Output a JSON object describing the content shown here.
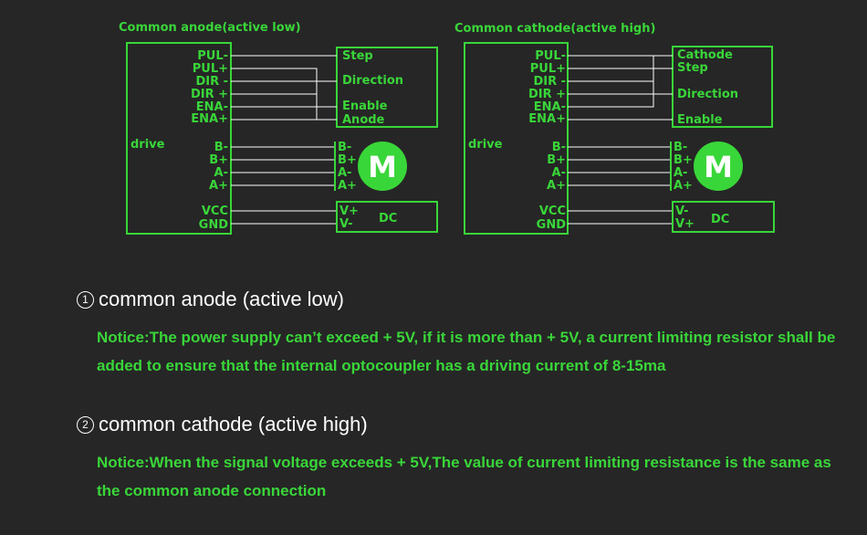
{
  "colors": {
    "background": "#262626",
    "accent": "#39d639",
    "wire": "#ffffff",
    "text": "#ffffff"
  },
  "diagram_left": {
    "title": "Common anode(active low)",
    "drive_label": "drive",
    "pins": [
      "PUL-",
      "PUL+",
      "DIR -",
      "DIR +",
      "ENA-",
      "ENA+",
      "B-",
      "B+",
      "A-",
      "A+",
      "VCC",
      "GND"
    ],
    "signal_labels": [
      "Step",
      "Direction",
      "Enable",
      "Anode"
    ],
    "motor_pins": [
      "B-",
      "B+",
      "A-",
      "A+"
    ],
    "motor_label": "M",
    "power_pins": [
      "V+",
      "V-"
    ],
    "power_label": "DC"
  },
  "diagram_right": {
    "title": "Common cathode(active high)",
    "drive_label": "drive",
    "pins": [
      "PUL-",
      "PUL+",
      "DIR -",
      "DIR +",
      "ENA-",
      "ENA+",
      "B-",
      "B+",
      "A-",
      "A+",
      "VCC",
      "GND"
    ],
    "signal_labels": [
      "Cathode",
      "Step",
      "Direction",
      "Enable"
    ],
    "motor_pins": [
      "B-",
      "B+",
      "A-",
      "A+"
    ],
    "motor_label": "M",
    "power_pins": [
      "V-",
      "V+"
    ],
    "power_label": "DC"
  },
  "notes": [
    {
      "number": "1",
      "title": "common anode (active low)",
      "text": "Notice:The power supply can’t exceed + 5V, if it is more than + 5V, a current limiting resistor shall be added to ensure that the internal optocoupler has a driving current of 8-15ma"
    },
    {
      "number": "2",
      "title": "common cathode (active high)",
      "text": "Notice:When the signal voltage exceeds + 5V,The value of current limiting resistance is the same as the common anode connection"
    }
  ]
}
